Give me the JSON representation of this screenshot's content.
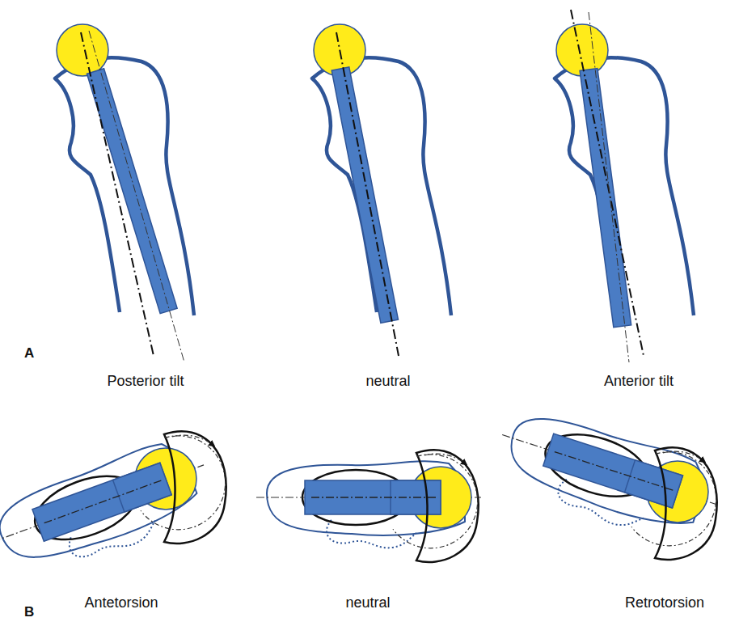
{
  "diagram": {
    "labels": [
      "A",
      "Posterior tilt",
      "neutral",
      "Anterior tilt",
      "B",
      "Antetorsion",
      "neutral",
      "Retrotorsion"
    ]
  }
}
